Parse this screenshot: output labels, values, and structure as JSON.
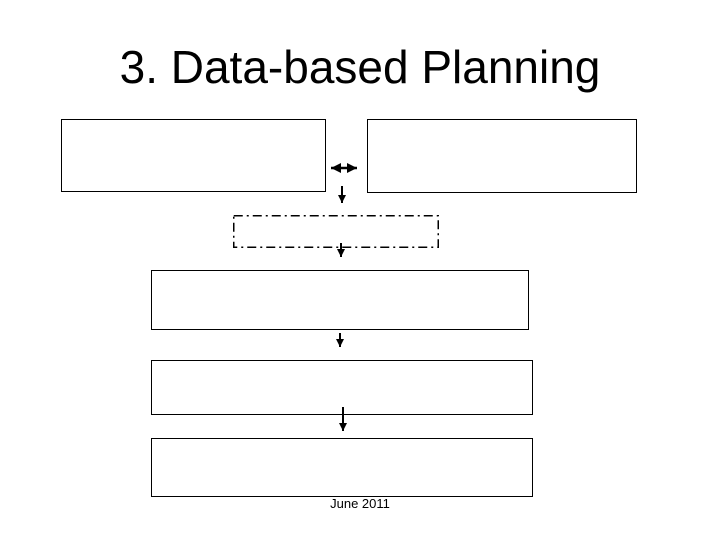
{
  "slide": {
    "title": "3. Data-based Planning",
    "footer": "June 2011"
  },
  "colors": {
    "foreground": "#000000",
    "background": "#ffffff"
  },
  "icons": {
    "horizontal_double_arrow": "↔",
    "down_arrow": "↓"
  },
  "diagram": {
    "boxes": [
      {
        "name": "top-left-box",
        "label": "",
        "border": "solid"
      },
      {
        "name": "top-right-box",
        "label": "",
        "border": "solid"
      },
      {
        "name": "middle-dashed-box",
        "label": "",
        "border": "dash-dot"
      },
      {
        "name": "row-box-1",
        "label": "",
        "border": "solid"
      },
      {
        "name": "row-box-2",
        "label": "",
        "border": "solid"
      },
      {
        "name": "row-box-3",
        "label": "",
        "border": "solid"
      }
    ],
    "connections": [
      {
        "from": "top-left-box",
        "to": "top-right-box",
        "type": "double-headed-horizontal-arrow"
      },
      {
        "from": "top-boxes",
        "to": "middle-dashed-box",
        "type": "down-arrow"
      },
      {
        "from": "middle-dashed-box",
        "to": "row-box-1",
        "type": "down-arrow"
      },
      {
        "from": "row-box-1",
        "to": "row-box-2",
        "type": "down-arrow"
      },
      {
        "from": "row-box-2",
        "to": "row-box-3",
        "type": "down-arrow"
      }
    ]
  }
}
